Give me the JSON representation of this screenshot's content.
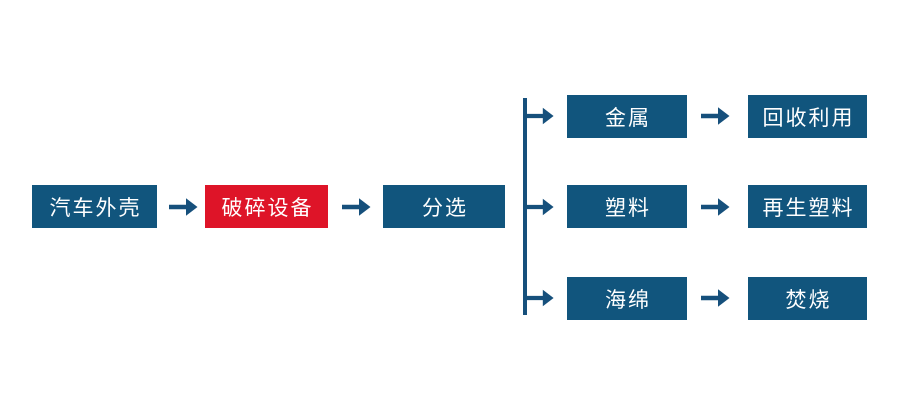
{
  "colors": {
    "background": "#FFFFFF",
    "box_blue": "#11557D",
    "box_red": "#DE1428",
    "connector_blue": "#16507C",
    "label_white": "#FFFFFF"
  },
  "diagram": {
    "main_flow": {
      "source": "汽车外壳",
      "crusher": "破碎设备",
      "sorter": "分选"
    },
    "branches": [
      {
        "material": "金属",
        "outcome": "回收利用"
      },
      {
        "material": "塑料",
        "outcome": "再生塑料"
      },
      {
        "material": "海绵",
        "outcome": "焚烧"
      }
    ]
  }
}
